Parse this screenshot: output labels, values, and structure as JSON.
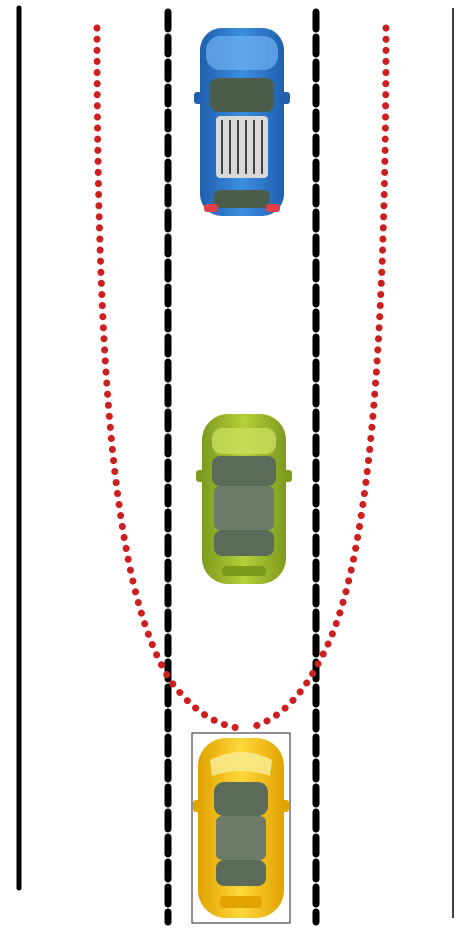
{
  "road": {
    "lanes": 3,
    "lane_markings": "dashed",
    "edge_lines": "solid"
  },
  "paths": {
    "style": "dotted",
    "color": "#cc1f1f",
    "count": 2
  },
  "vehicles": [
    {
      "id": "blue-car",
      "lane": "middle",
      "order": 1,
      "color": "#2f74c8"
    },
    {
      "id": "green-car",
      "lane": "middle",
      "order": 2,
      "color": "#9fbd2c"
    },
    {
      "id": "yellow-car",
      "lane": "middle",
      "order": 3,
      "color": "#f5c518"
    }
  ],
  "colors": {
    "road_line": "#000000",
    "background": "#ffffff"
  }
}
